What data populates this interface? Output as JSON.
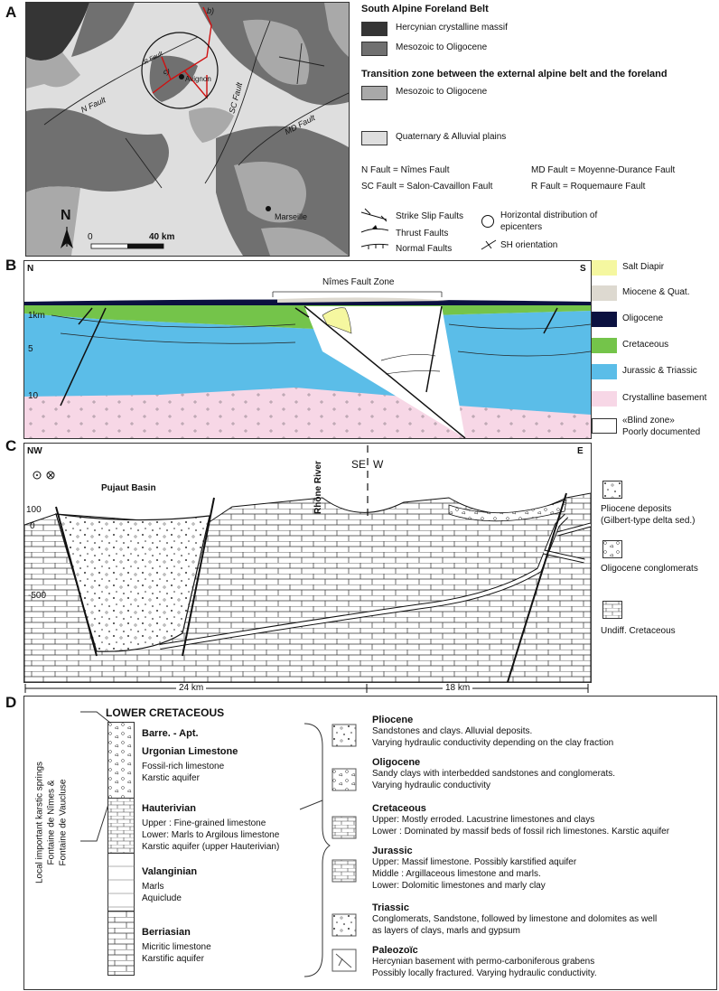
{
  "panels": {
    "a": "A",
    "b": "B",
    "c": "C",
    "d": "D"
  },
  "panel_a": {
    "legend_title_1": "South Alpine Foreland Belt",
    "hercynian": "Hercynian crystalline massif",
    "meso1": "Mesozoic to Oligocene",
    "legend_title_2": "Transition zone between the external alpine belt and the foreland",
    "meso2": "Mesozoic to Oligocene",
    "quaternary": "Quaternary & Alluvial plains",
    "abbr": [
      "N Fault = Nîmes Fault",
      "SC Fault = Salon-Cavaillon Fault",
      "MD Fault = Moyenne-Durance Fault",
      "R Fault = Roquemaure Fault"
    ],
    "symbols": [
      "Strike Slip Faults",
      "Thrust Faults",
      "Normal Faults",
      "Horizontal distribution of epicenters",
      "SH orientation"
    ],
    "map_labels": {
      "n_fault": "N Fault",
      "sc_fault": "SC Fault",
      "md_fault": "MD Fault",
      "r_fault": "R Fault",
      "avignon": "Avignon",
      "marseille": "Marseille",
      "b": "b)",
      "c": "c)",
      "north": "N",
      "scale0": "0",
      "scale40": "40 km"
    },
    "colors": {
      "hercynian": "#353535",
      "meso1": "#707070",
      "meso2": "#a9a9a9",
      "quaternary": "#dedede"
    }
  },
  "panel_b": {
    "n": "N",
    "s": "S",
    "zone": "Nîmes Fault Zone",
    "depths": [
      "1km",
      "5",
      "10"
    ],
    "legend": [
      {
        "label": "Salt Diapir",
        "color": "#f5f7a0"
      },
      {
        "label": "Miocene & Quat.",
        "color": "#ddd9d0"
      },
      {
        "label": "Oligocene",
        "color": "#0b1140"
      },
      {
        "label": "Cretaceous",
        "color": "#74c44a"
      },
      {
        "label": "Jurassic & Triassic",
        "color": "#5bbde8"
      },
      {
        "label": "Crystalline basement",
        "color": "#f7d7e6"
      },
      {
        "label": "«Blind zone»",
        "color": "#ffffff"
      }
    ],
    "blind_sub": "Poorly documented"
  },
  "panel_c": {
    "nw": "NW",
    "se": "SE",
    "w": "W",
    "e": "E",
    "basin": "Pujaut Basin",
    "river": "Rhône River",
    "depths": [
      "100",
      "0",
      "-500"
    ],
    "dist": [
      "24 km",
      "18 km"
    ],
    "legend": [
      "Pliocene deposits",
      "(Gilbert-type delta sed.)",
      "Oligocene conglomerats",
      "Undiff. Cretaceous"
    ]
  },
  "panel_d": {
    "title": "LOWER CRETACEOUS",
    "side": [
      "Local important karstic springs",
      "Fontaine de Nîmes &",
      "Fontaine de Vaucluse"
    ],
    "col": [
      {
        "name": "Barre. - Apt.",
        "lines": []
      },
      {
        "name": "Urgonian Limestone",
        "lines": [
          "Fossil-rich limestone",
          "Karstic aquifer"
        ]
      },
      {
        "name": "Hauterivian",
        "lines": [
          "Upper : Fine-grained limestone",
          "Lower: Marls to Argilous limestone",
          "Karstic aquifer (upper Hauterivian)"
        ]
      },
      {
        "name": "Valanginian",
        "lines": [
          "Marls",
          "Aquiclude"
        ]
      },
      {
        "name": "Berriasian",
        "lines": [
          "Micritic limestone",
          "Karstific aquifer"
        ]
      }
    ],
    "units": [
      {
        "name": "Pliocene",
        "lines": [
          "Sandstones and clays. Alluvial deposits.",
          "Varying hydraulic conductivity depending on the clay fraction"
        ]
      },
      {
        "name": "Oligocene",
        "lines": [
          "Sandy clays with interbedded sandstones and conglomerats.",
          "Varying hydraulic conductivity"
        ]
      },
      {
        "name": "Cretaceous",
        "lines": [
          "Upper: Mostly erroded. Lacustrine limestones and clays",
          "Lower : Dominated by massif beds of fossil rich limestones. Karstic aquifer"
        ]
      },
      {
        "name": "Jurassic",
        "lines": [
          "Upper: Massif limestone. Possibly karstified aquifer",
          "Middle : Argillaceous limestone and marls.",
          "Lower:  Dolomitic limestones and marly clay"
        ]
      },
      {
        "name": "Triassic",
        "lines": [
          "Conglomerats, Sandstone, followed by limestone and dolomites as well",
          "as layers of clays, marls and gypsum"
        ]
      },
      {
        "name": "Paleozoïc",
        "lines": [
          "Hercynian basement with permo-carboniferous grabens",
          "Possibly locally fractured. Varying hydraulic conductivity."
        ]
      }
    ]
  }
}
